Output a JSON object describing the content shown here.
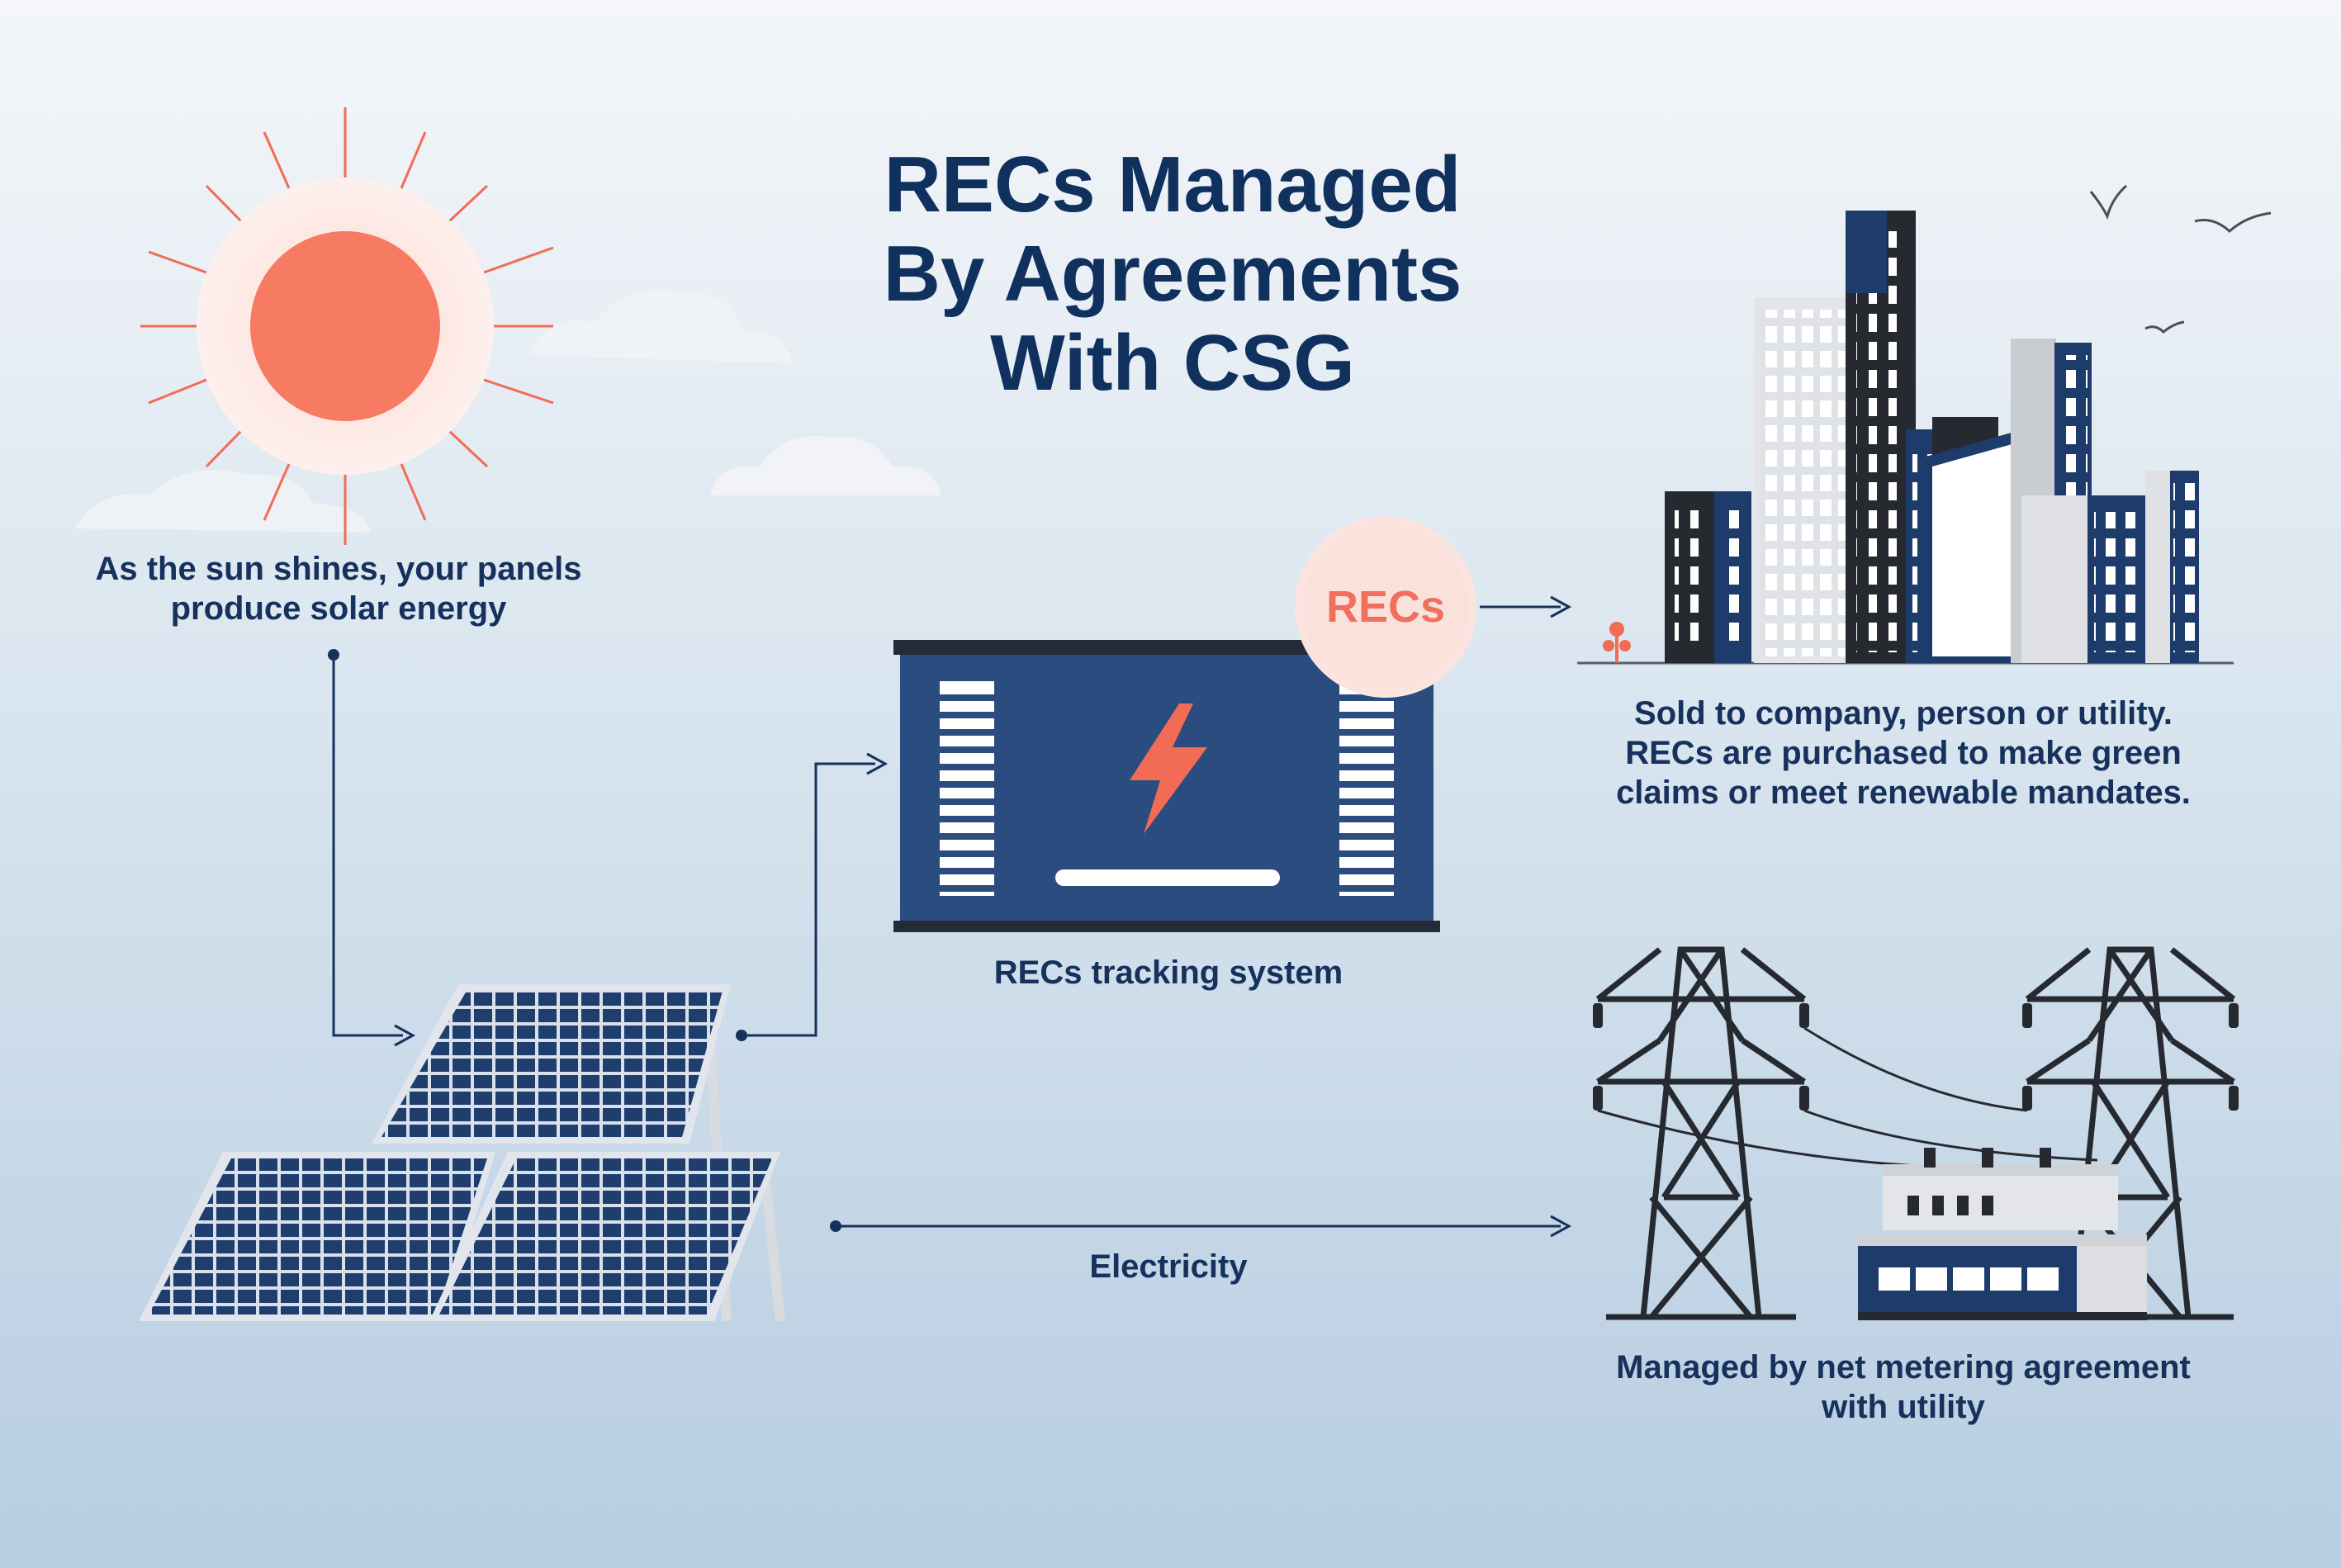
{
  "title_lines": [
    "RECs Managed",
    "By Agreements",
    "With CSG"
  ],
  "labels": {
    "sun": [
      "As the sun shines, your panels",
      "produce solar energy"
    ],
    "tracking": "RECs tracking system",
    "recs_badge": "RECs",
    "sold": [
      "Sold to company, person or utility.",
      "RECs are purchased to make green",
      "claims or meet renewable mandates."
    ],
    "electricity": "Electricity",
    "net_metering": [
      "Managed by net metering agreement",
      "with utility"
    ]
  },
  "colors": {
    "navy": "#1d3b6b",
    "dark_navy": "#10305e",
    "accent": "#f26b55",
    "sky_top": "#f3f5f8",
    "sky_bottom": "#b9cfe2"
  },
  "icons": [
    "sun-icon",
    "solar-panel-icon",
    "battery-storage-icon",
    "lightning-icon",
    "city-buildings-icon",
    "power-tower-icon",
    "substation-icon",
    "bird-icon",
    "cloud-icon"
  ]
}
